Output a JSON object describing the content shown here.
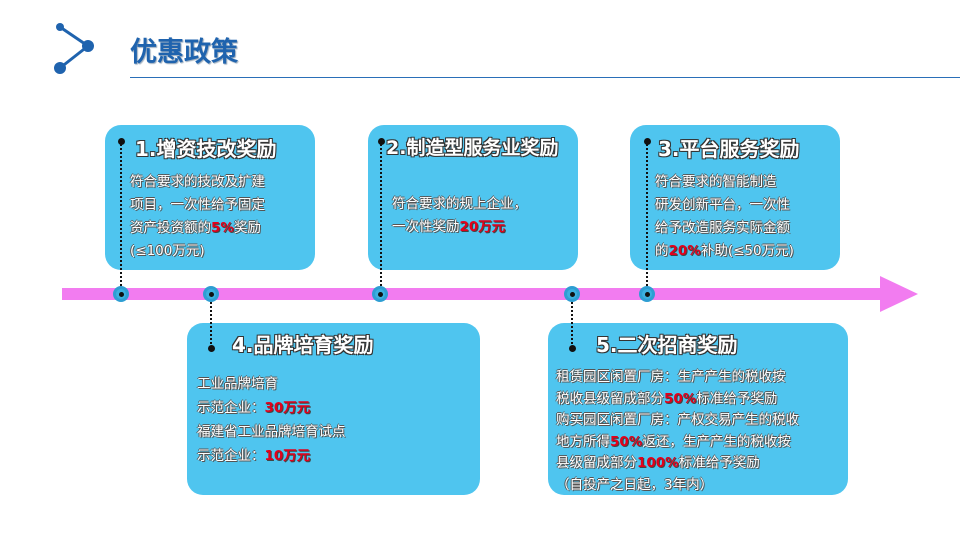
{
  "header": {
    "title": "优惠政策",
    "logo_icon": "share-nodes-icon"
  },
  "colors": {
    "box": "#4FC5EF",
    "arrow": "#F27CF0",
    "title": "#1F63AE",
    "highlight": "#E3001B"
  },
  "cards": [
    {
      "title": "1.增资技改奖励",
      "lines": [
        [
          "符合要求的技改及扩建"
        ],
        [
          "项目，一次性给予固定"
        ],
        [
          "资产投资额的",
          "5%",
          "奖励"
        ],
        [
          "(≤100万元)"
        ]
      ]
    },
    {
      "title": "2.制造型服务业奖励",
      "lines": [
        [
          "符合要求的规上企业，"
        ],
        [
          "一次性奖励",
          "20万元",
          ""
        ]
      ]
    },
    {
      "title": "3.平台服务奖励",
      "lines": [
        [
          "符合要求的智能制造"
        ],
        [
          "研发创新平台，一次性"
        ],
        [
          "给予改造服务实际金额"
        ],
        [
          "的",
          "20%",
          "补助(≤50万元)"
        ]
      ]
    },
    {
      "title": "4.品牌培育奖励",
      "lines": [
        [
          "工业品牌培育"
        ],
        [
          "示范企业：",
          "30万元",
          ""
        ],
        [
          "福建省工业品牌培育试点"
        ],
        [
          "示范企业：",
          "10万元",
          ""
        ]
      ]
    },
    {
      "title": "5.二次招商奖励",
      "lines": [
        [
          "租赁园区闲置厂房：生产产生的税收按"
        ],
        [
          "税收县级留成部分",
          "50%",
          "标准给予奖励"
        ],
        [
          "购买园区闲置厂房：产权交易产生的税收"
        ],
        [
          "地方所得",
          "50%",
          "返还，生产产生的税收按"
        ],
        [
          "县级留成部分",
          "100%",
          "标准给予奖励"
        ],
        [
          "（自投产之日起，3年内）"
        ]
      ]
    }
  ]
}
